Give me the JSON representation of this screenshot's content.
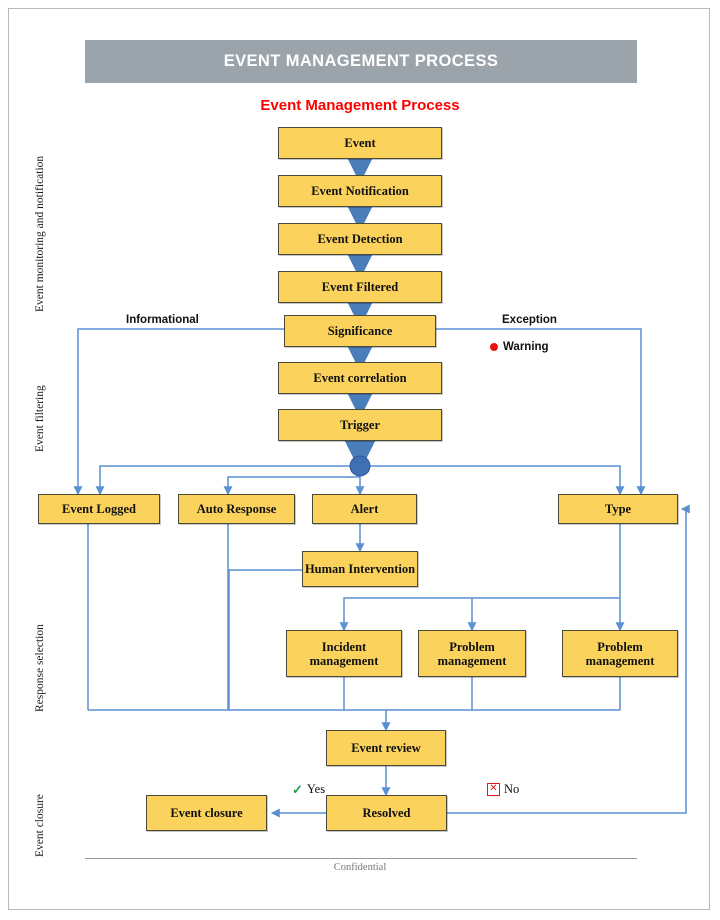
{
  "header": {
    "banner_title": "EVENT MANAGEMENT PROCESS",
    "banner_color": "#9ba3ab",
    "subtitle": "Event Management Process",
    "subtitle_color": "#ff0000"
  },
  "swimlanes": [
    {
      "label": "Event monitoring and notification"
    },
    {
      "label": "Event filtering"
    },
    {
      "label": "Response selection"
    },
    {
      "label": "Event closure"
    }
  ],
  "nodes": [
    {
      "id": "event",
      "label": "Event"
    },
    {
      "id": "notification",
      "label": "Event Notification"
    },
    {
      "id": "detection",
      "label": "Event Detection"
    },
    {
      "id": "filtered",
      "label": "Event Filtered"
    },
    {
      "id": "significance",
      "label": "Significance"
    },
    {
      "id": "correlation",
      "label": "Event correlation"
    },
    {
      "id": "trigger",
      "label": "Trigger"
    },
    {
      "id": "event-logged",
      "label": "Event Logged"
    },
    {
      "id": "auto-response",
      "label": "Auto Response"
    },
    {
      "id": "alert",
      "label": "Alert"
    },
    {
      "id": "type",
      "label": "Type"
    },
    {
      "id": "human-intervention",
      "label": "Human Intervention"
    },
    {
      "id": "incident-management",
      "label": "Incident management"
    },
    {
      "id": "problem-management-1",
      "label": "Problem management"
    },
    {
      "id": "problem-management-2",
      "label": "Problem management"
    },
    {
      "id": "event-review",
      "label": "Event review"
    },
    {
      "id": "resolved",
      "label": "Resolved"
    },
    {
      "id": "event-closure",
      "label": "Event closure"
    }
  ],
  "edge_labels": {
    "informational": "Informational",
    "exception": "Exception",
    "warning": "Warning",
    "yes": "Yes",
    "no": "No"
  },
  "colors": {
    "box_fill": "#fbd35c",
    "box_border": "#4a4a3a",
    "connector": "#5b8fd4",
    "thick_arrow": "#4a7ebb",
    "junction": "#3f6fb5",
    "warning_dot": "#ee1111",
    "yes_tick": "#1f9d4e",
    "no_mark": "#e11b1b"
  },
  "footer": {
    "text": "Confidential"
  }
}
